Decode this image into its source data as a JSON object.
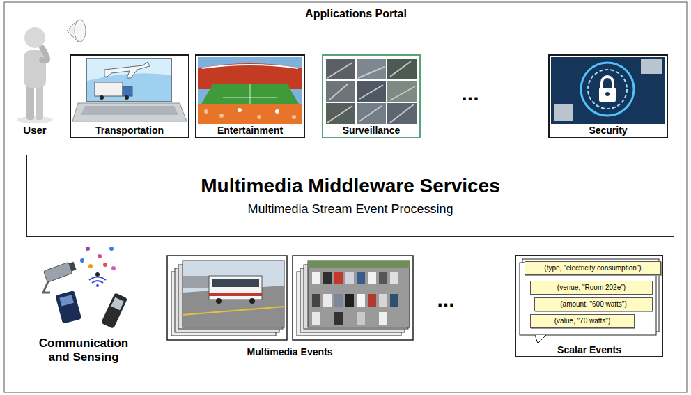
{
  "diagram": {
    "title": "Applications Portal",
    "nodes": [
      {
        "text": [
          "Transportation"
        ]
      },
      {
        "text": [
          "Entertainment"
        ]
      },
      {
        "text": [
          "Surveillance"
        ]
      },
      {
        "text": [
          "Security"
        ]
      },
      {
        "text": [
          "Multimedia Middleware Services",
          "Multimedia Stream Event Processing"
        ]
      },
      {
        "text": [
          "Scalar Events"
        ]
      },
      {
        "text": [
          "(type, \"electricity consumption\")"
        ],
        "in": 5
      },
      {
        "text": [
          "(venue, \"Room 202e\")"
        ],
        "in": 5
      },
      {
        "text": [
          "(amount, \"600 watts\")"
        ],
        "in": 5
      },
      {
        "text": [
          "(value, \"70 watts\")"
        ],
        "in": 5
      }
    ],
    "labels": [
      "User",
      "...",
      "Communication and Sensing",
      "Multimedia Events",
      "..."
    ]
  }
}
